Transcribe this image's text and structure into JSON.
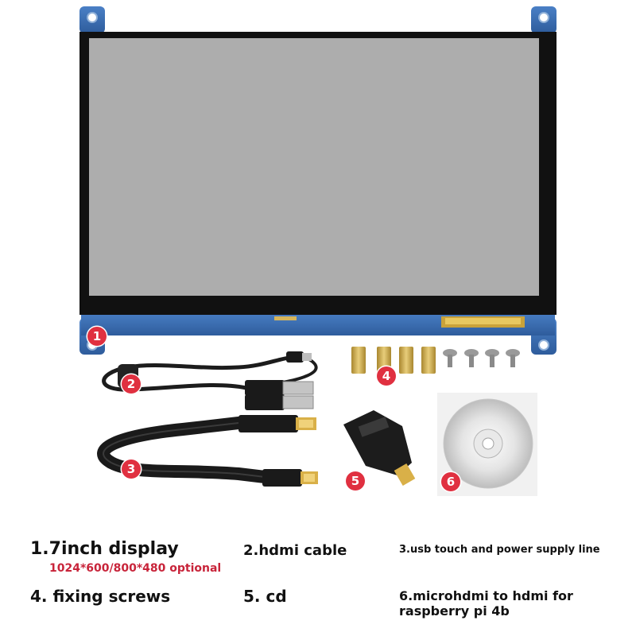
{
  "badges": [
    "1",
    "2",
    "3",
    "4",
    "5",
    "6"
  ],
  "captions": {
    "display": "1.7inch display",
    "display_sub": "1024*600/800*480 optional",
    "hdmi": "2.hdmi cable",
    "usb": "3.usb touch and power supply line",
    "screws": "4. fixing screws",
    "cd": "5. cd",
    "microhdmi_line1": "6.microhdmi to hdmi for",
    "microhdmi_line2": "raspberry pi 4b"
  },
  "colors": {
    "pcb": "#3c6fb5",
    "bezel": "#111111",
    "screen": "#adadad",
    "brass": "#c9a94e",
    "badge": "#e03040",
    "subtitle": "#c8243a"
  }
}
